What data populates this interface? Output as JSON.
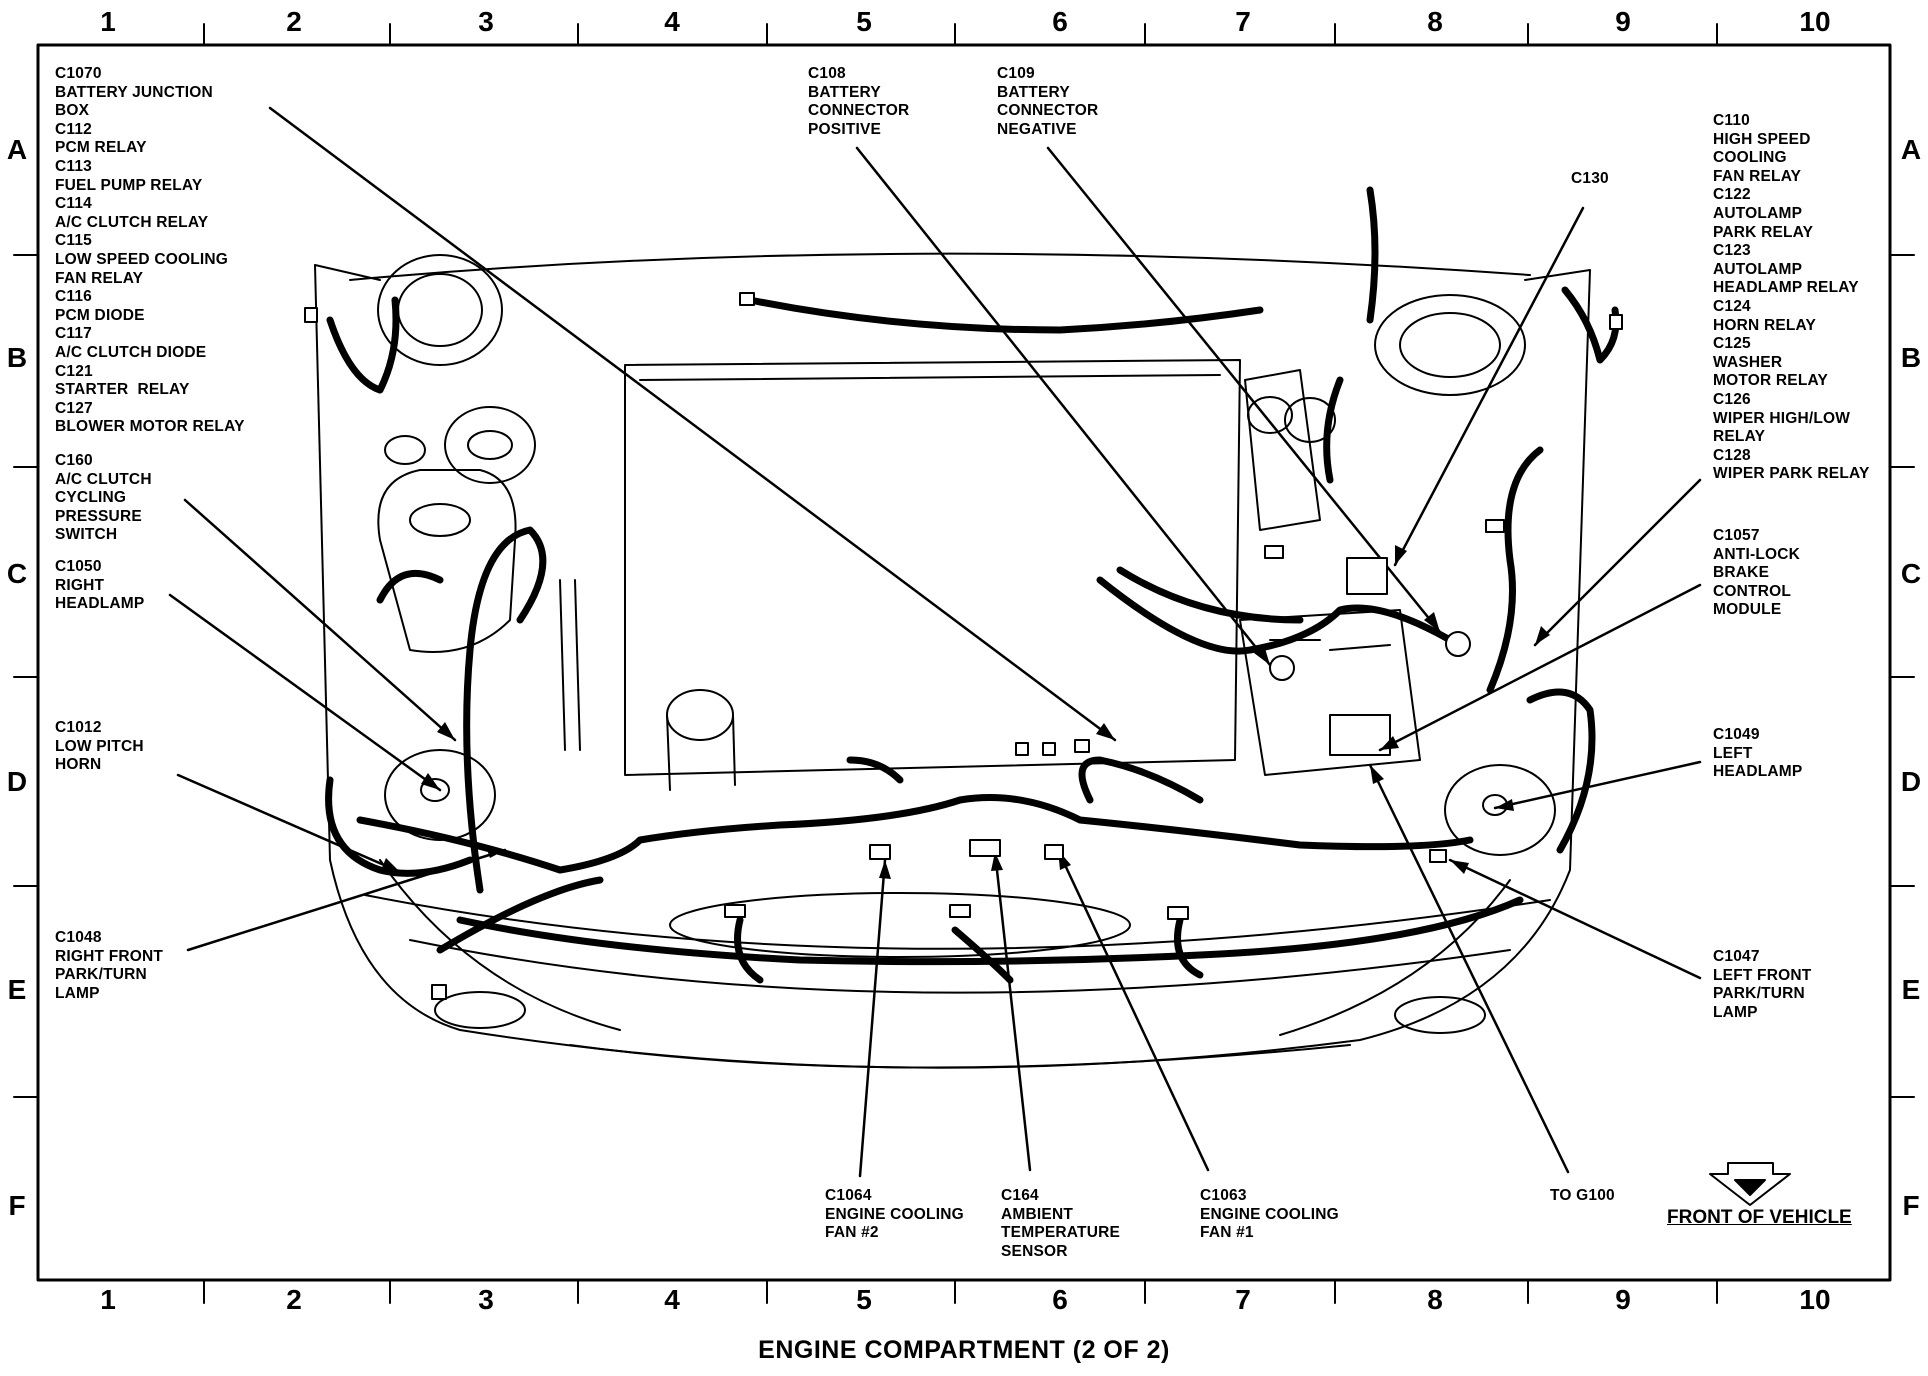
{
  "grid": {
    "columns": [
      "1",
      "2",
      "3",
      "4",
      "5",
      "6",
      "7",
      "8",
      "9",
      "10"
    ],
    "rows": [
      "A",
      "B",
      "C",
      "D",
      "E",
      "F"
    ]
  },
  "labels": {
    "relay_box": "C1070\nBATTERY JUNCTION\nBOX\nC112\nPCM RELAY\nC113\nFUEL PUMP RELAY\nC114\nA/C CLUTCH RELAY\nC115\nLOW SPEED COOLING\nFAN RELAY\nC116\nPCM DIODE\nC117\nA/C CLUTCH DIODE\nC121\nSTARTER  RELAY\nC127\nBLOWER MOTOR RELAY",
    "c160": "C160\nA/C CLUTCH\nCYCLING\nPRESSURE\nSWITCH",
    "c1050": "C1050\nRIGHT\nHEADLAMP",
    "c1012": "C1012\nLOW PITCH\nHORN",
    "c1048": "C1048\nRIGHT FRONT\nPARK/TURN\nLAMP",
    "c108": "C108\nBATTERY\nCONNECTOR\nPOSITIVE",
    "c109": "C109\nBATTERY\nCONNECTOR\nNEGATIVE",
    "c130": "C130",
    "c110_group": "C110\nHIGH SPEED\nCOOLING\nFAN RELAY\nC122\nAUTOLAMP\nPARK RELAY\nC123\nAUTOLAMP\nHEADLAMP RELAY\nC124\nHORN RELAY\nC125\nWASHER\nMOTOR RELAY\nC126\nWIPER HIGH/LOW\nRELAY\nC128\nWIPER PARK RELAY",
    "c1057": "C1057\nANTI-LOCK\nBRAKE\nCONTROL\nMODULE",
    "c1049": "C1049\nLEFT\nHEADLAMP",
    "c1047": "C1047\nLEFT FRONT\nPARK/TURN\nLAMP",
    "c1064": "C1064\nENGINE COOLING\nFAN #2",
    "c164": "C164\nAMBIENT\nTEMPERATURE\nSENSOR",
    "c1063": "C1063\nENGINE COOLING\nFAN #1",
    "to_g100": "TO G100"
  },
  "front_of_vehicle": "FRONT OF VEHICLE",
  "footer_title": "ENGINE COMPARTMENT (2 OF 2)"
}
